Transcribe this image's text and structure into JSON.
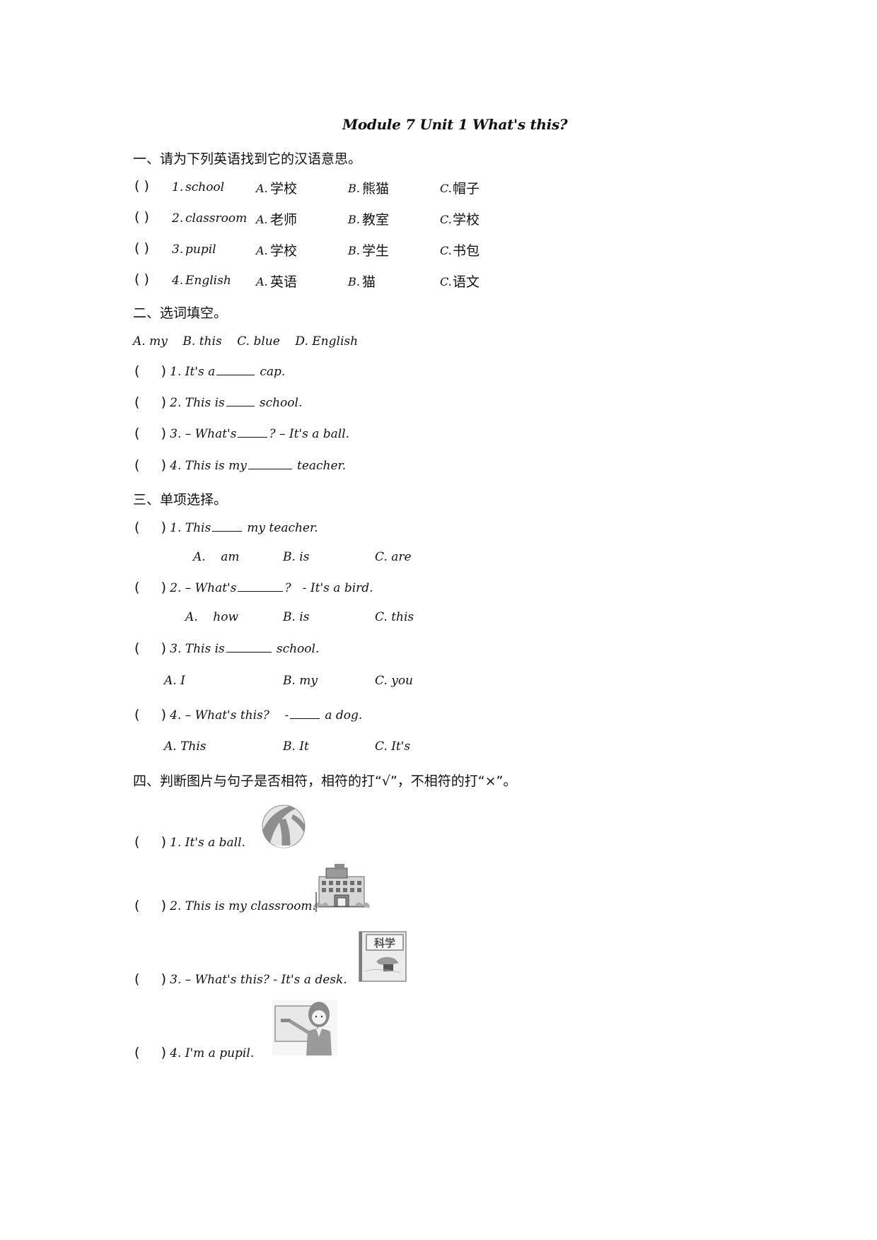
{
  "title": "Module 7 Unit 1 What's this?",
  "section1": {
    "heading": "一、请为下列英语找到它的汉语意思。",
    "items": [
      {
        "paren": "(     )",
        "num": "1.",
        "word": "school",
        "a": "学校",
        "b": "熊猫",
        "c": "帽子"
      },
      {
        "paren": "(     )",
        "num": "2.",
        "word": "classroom",
        "a": "老师",
        "b": "教室",
        "c": "学校"
      },
      {
        "paren": "(     )",
        "num": "3.",
        "word": "pupil",
        "a": "学校",
        "b": "学生",
        "c": "书包"
      },
      {
        "paren": "(     )",
        "num": "4.",
        "word": "English",
        "a": "英语",
        "b": "猫",
        "c": "语文"
      }
    ],
    "labels": {
      "a": "A.",
      "b": "B.",
      "c": "C."
    }
  },
  "section2": {
    "heading": "二、选词填空。",
    "word_bank": "A. my    B. this    C. blue    D. English",
    "items": [
      {
        "paren": "(     )",
        "before": "1. It's a",
        "after": "cap."
      },
      {
        "paren": "(     )",
        "before": "2. This is",
        "after": "school."
      },
      {
        "paren": "(     )",
        "before": "3. – What's",
        "after": "? – It's a ball."
      },
      {
        "paren": "(     )",
        "before": "4. This is my",
        "after": "teacher."
      }
    ]
  },
  "section3": {
    "heading": "三、单项选择。",
    "items": [
      {
        "paren": "(     )",
        "before": "1. This",
        "after": "my teacher.",
        "options": [
          "A.    am",
          "B. is",
          "C. are"
        ]
      },
      {
        "paren": "(     )",
        "before": "2. – What's",
        "after": "?   - It's a bird.",
        "options": [
          "A.    how",
          "B. is",
          "C. this"
        ]
      },
      {
        "paren": "(     )",
        "before": "3. This is",
        "after": "school.",
        "options": [
          "A. I",
          "B. my",
          "C. you"
        ]
      },
      {
        "paren": "(     )",
        "before": "4. – What's this?    -",
        "after": "a dog.",
        "options": [
          "A. This",
          "B. It",
          "C. It's"
        ]
      }
    ]
  },
  "section4": {
    "heading": "四、判断图片与句子是否相符，相符的打“√”，不相符的打“×”。",
    "items": [
      {
        "paren": "(     )",
        "text": "1. It's a ball.",
        "image": "beach-ball-picture"
      },
      {
        "paren": "(     )",
        "text": "2. This is my classroom.",
        "image": "school-building-picture"
      },
      {
        "paren": "(     )",
        "text": "3. – What's this?  - It's a desk.",
        "image": "science-book-picture",
        "book_label": "科学"
      },
      {
        "paren": "(     )",
        "text": "4. I'm a pupil.",
        "image": "teacher-picture"
      }
    ]
  }
}
